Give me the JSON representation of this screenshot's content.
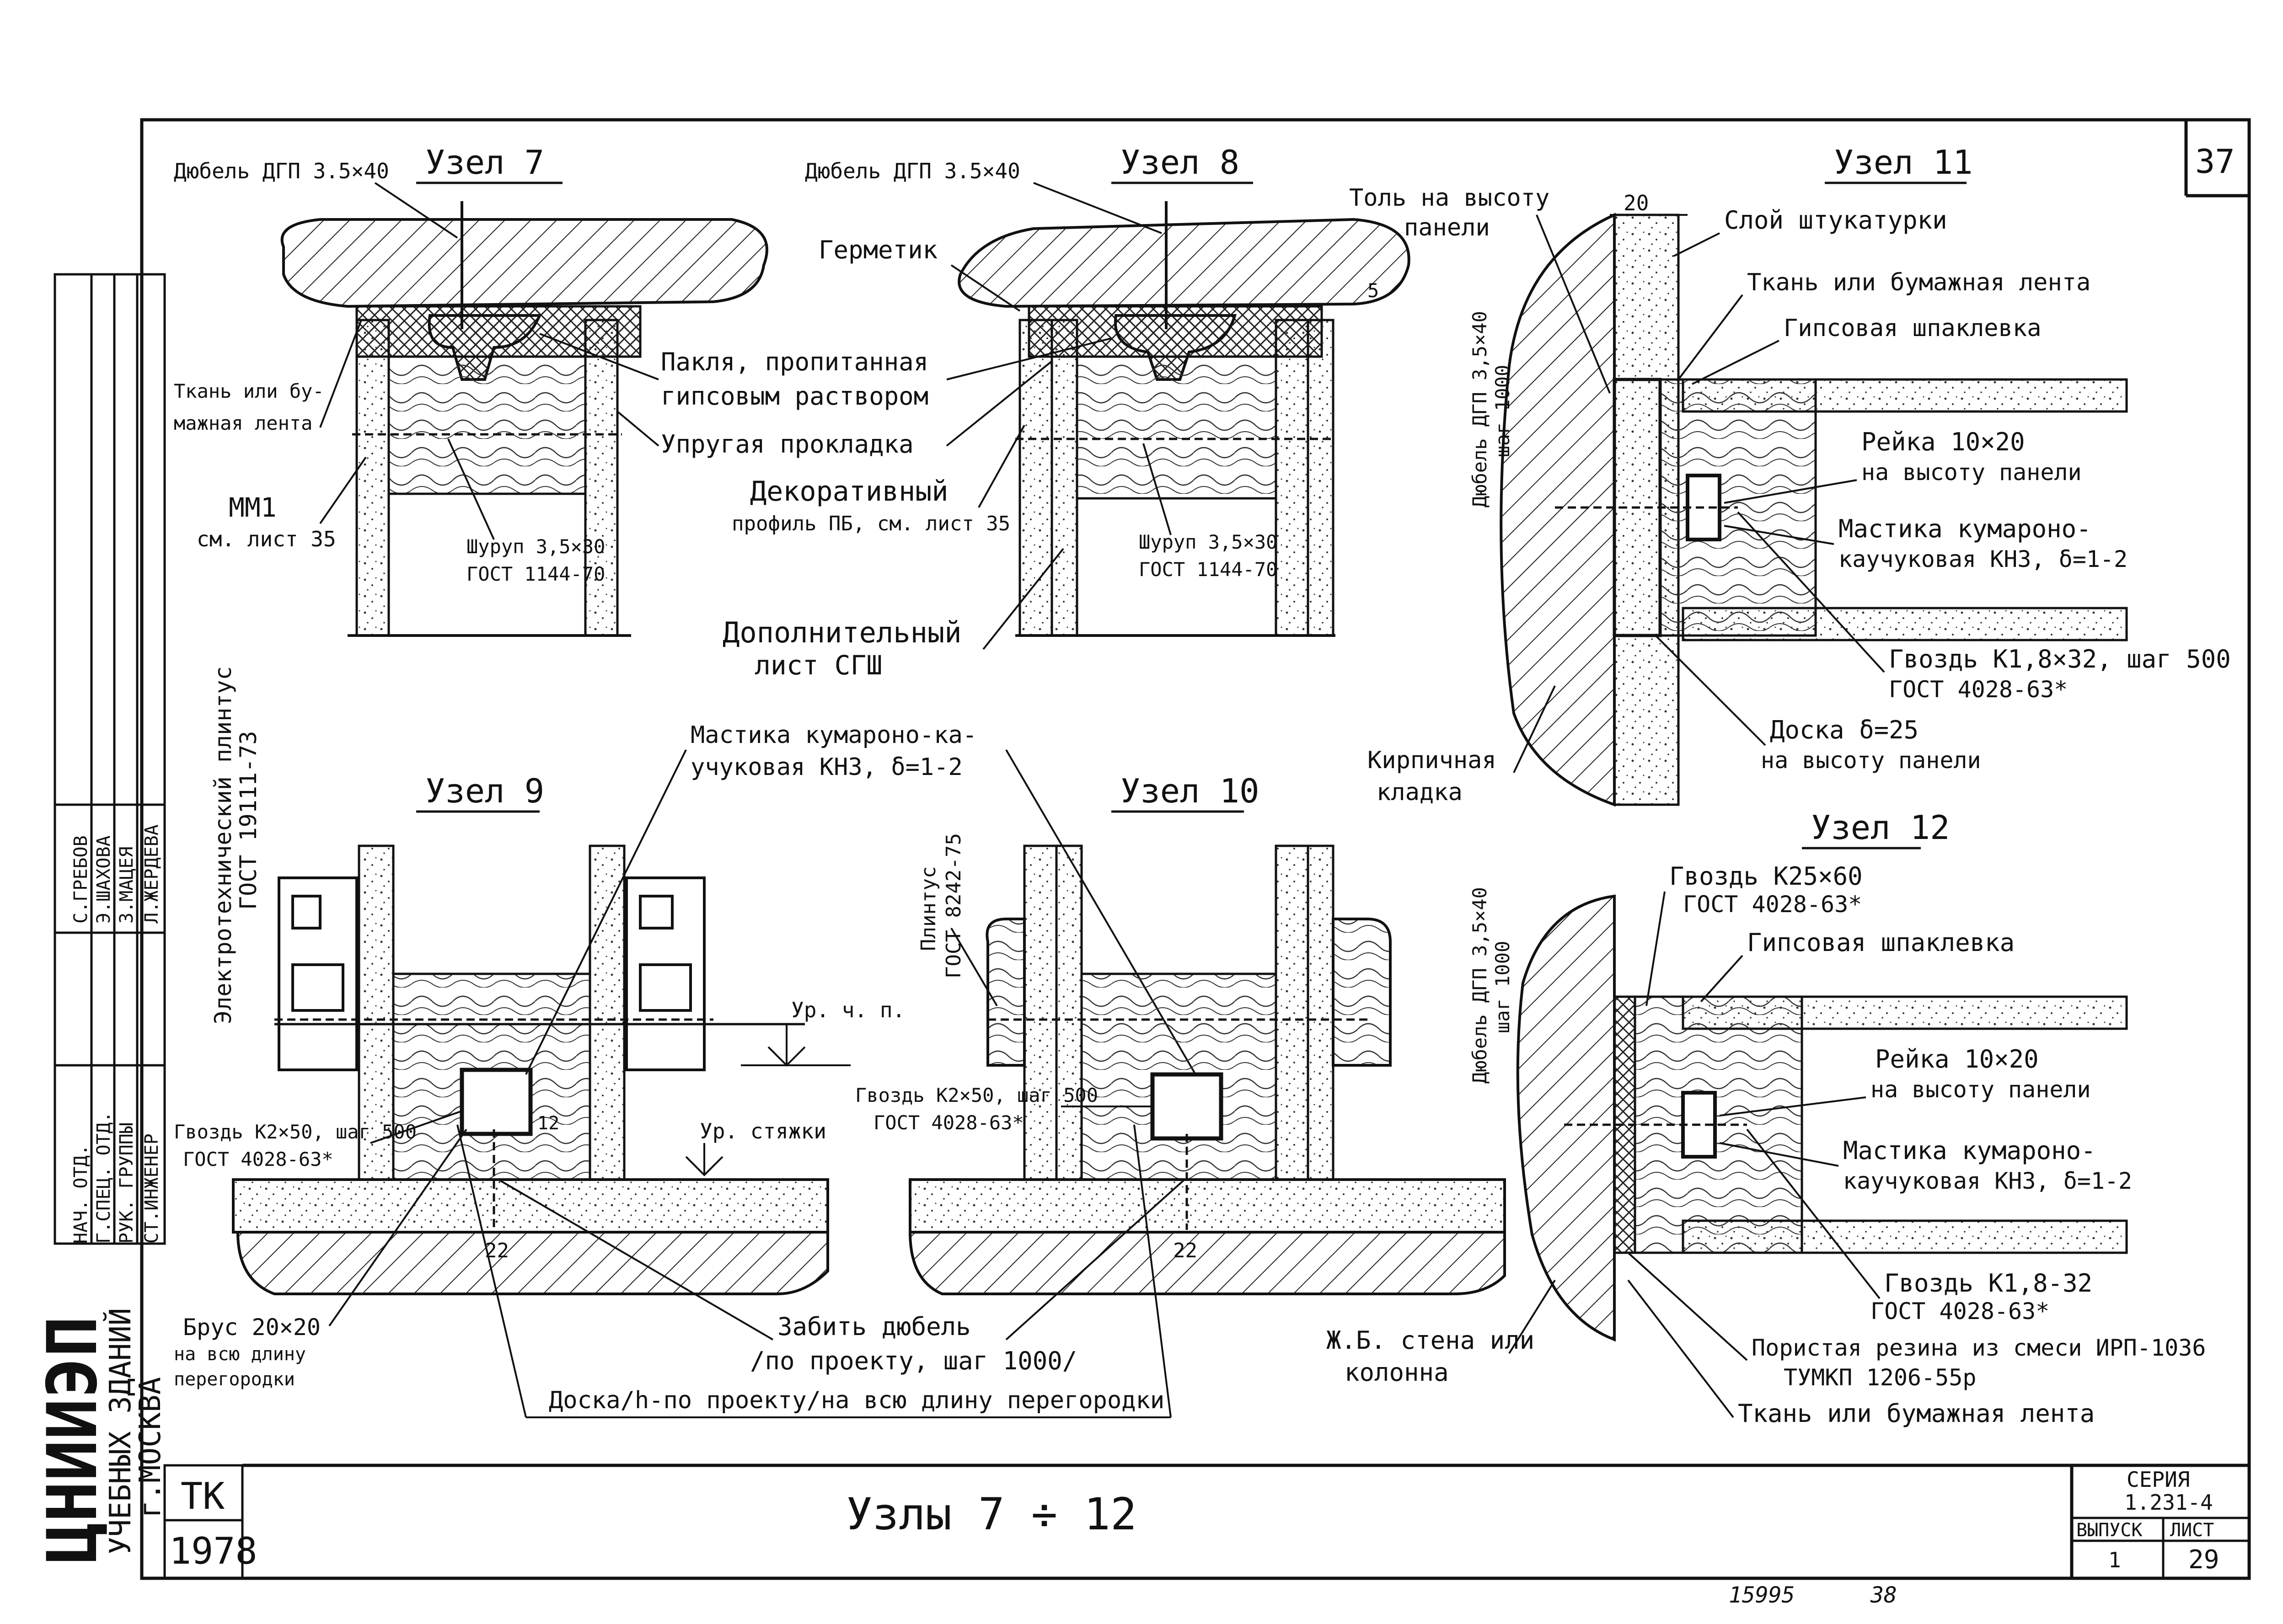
{
  "sheet": {
    "page_number": "37",
    "title": "Узлы 7 ÷ 12",
    "stamp_tk": "ТК",
    "stamp_year": "1978",
    "series_label": "СЕРИЯ",
    "series_value": "1.231-4",
    "issue_label": "ВЫПУСК",
    "issue_value": "1",
    "sheet_label": "ЛИСТ",
    "sheet_value": "29",
    "bottom_note_1": "15995",
    "bottom_note_2": "38"
  },
  "organization": {
    "name": "ЦНИИЭП",
    "line2": "УЧЕБНЫХ ЗДАНИЙ",
    "line3": "г.МОСКВА"
  },
  "signatures": {
    "roles": [
      "НАЧ. ОТД.",
      "Г.СПЕЦ. ОТД.",
      "РУК. ГРУППЫ",
      "СТ.ИНЖЕНЕР"
    ],
    "names": [
      "С.ГРЕБОВ",
      "Э.ШАХОВА",
      "З.МАЦЕЯ",
      "Л.ЖЕРДЕВА"
    ]
  },
  "node7": {
    "title": "Узел 7",
    "dowel": "Дюбель ДГП 3.5×40",
    "fabric": [
      "Ткань или бу-",
      "мажная лента"
    ],
    "mm1": "ММ1",
    "mm1_ref": "см. лист 35",
    "screw": "Шуруп 3,5×30",
    "screw_std": "ГОСТ 1144-70",
    "skirting": [
      "Электротехнический плинтус",
      "ГОСТ 19111-73"
    ]
  },
  "node8": {
    "title": "Узел 8",
    "dowel": "Дюбель ДГП 3.5×40",
    "sealant": "Герметик",
    "tow": [
      "Пакля, пропитанная",
      "гипсовым раствором"
    ],
    "gasket": "Упругая прокладка",
    "profile": [
      "Декоративный",
      "профиль ПБ, см. лист 35"
    ],
    "screw": "Шуруп 3,5×30",
    "screw_std": "ГОСТ 1144-70",
    "extra_sheet": [
      "Дополнительный",
      "лист СГШ"
    ]
  },
  "node11": {
    "title": "Узел 11",
    "roofing": [
      "Толь на высоту",
      "панели"
    ],
    "dim": "20",
    "dim_small": "5",
    "plaster": "Слой штукатурки",
    "fabric": "Ткань или бумажная лента",
    "putty": "Гипсовая шпаклевка",
    "dowel": [
      "Дюбель ДГП 3,5×40",
      "шаг 1000"
    ],
    "batten": [
      "Рейка 10×20",
      "на высоту панели"
    ],
    "mastic": [
      "Мастика кумароно-",
      "каучуковая КН3, δ=1-2"
    ],
    "nail": [
      "Гвоздь К1,8×32, шаг 500",
      "ГОСТ 4028-63*"
    ],
    "board": [
      "Доска δ=25",
      "на высоту панели"
    ],
    "brick": [
      "Кирпичная",
      "кладка"
    ]
  },
  "node9": {
    "title": "Узел 9",
    "mastic": [
      "Мастика кумароно-ка-",
      "учуковая КН3, δ=1-2"
    ],
    "floor_level": "Ур. ч. п.",
    "nail": [
      "Гвоздь К2×50, шаг 500",
      "ГОСТ 4028-63*"
    ],
    "dim12": "12",
    "screed_level": "Ур. стяжки",
    "dim22": "22",
    "beam": [
      "Брус 20×20",
      "на всю длину",
      "перегородки"
    ]
  },
  "node10": {
    "title": "Узел 10",
    "skirting": [
      "Плинтус",
      "ГОСТ 8242-75"
    ],
    "nail": [
      "Гвоздь К2×50, шаг 500",
      "ГОСТ 4028-63*"
    ],
    "dim22": "22"
  },
  "node12": {
    "title": "Узел 12",
    "nail_top": [
      "Гвоздь К25×60",
      "ГОСТ 4028-63*"
    ],
    "putty": "Гипсовая шпаклевка",
    "dowel": [
      "Дюбель ДГП 3,5×40",
      "шаг 1000"
    ],
    "batten": [
      "Рейка 10×20",
      "на высоту панели"
    ],
    "mastic": [
      "Мастика кумароно-",
      "каучуковая КН3, δ=1-2"
    ],
    "nail_bottom": [
      "Гвоздь К1,8-32",
      "ГОСТ 4028-63*"
    ],
    "rubber": [
      "Пористая резина из смеси ИРП-1036",
      "ТУМКП 1206-55р"
    ],
    "fabric": "Ткань или бумажная лента",
    "wall": [
      "Ж.Б. стена или",
      "колонна"
    ]
  },
  "shared": {
    "drive_dowel": [
      "Забить дюбель",
      "/по проекту, шаг 1000/"
    ],
    "board": "Доска/h-по проекту/на всю длину перегородки"
  }
}
